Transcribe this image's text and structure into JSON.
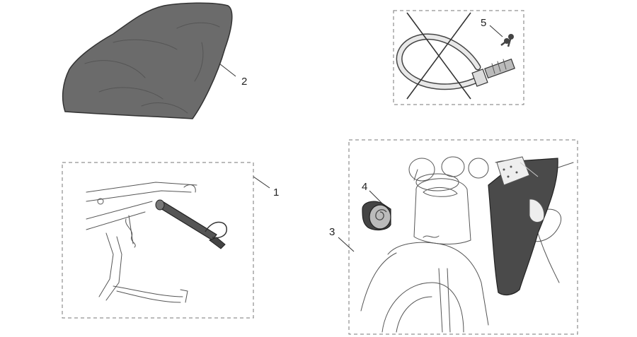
{
  "callouts": [
    {
      "id": "1",
      "label": "1"
    },
    {
      "id": "2",
      "label": "2"
    },
    {
      "id": "3",
      "label": "3"
    },
    {
      "id": "4",
      "label": "4"
    },
    {
      "id": "5",
      "label": "5"
    }
  ],
  "colors": {
    "cover_fill": "#6b6b6b",
    "dark_part": "#4a4a4a",
    "line": "#333333",
    "dashed_box": "#777777"
  },
  "icons": [
    "seat-cover",
    "side-stand",
    "cable-lock",
    "keys",
    "leg-cover",
    "reflective-tape-roll"
  ]
}
